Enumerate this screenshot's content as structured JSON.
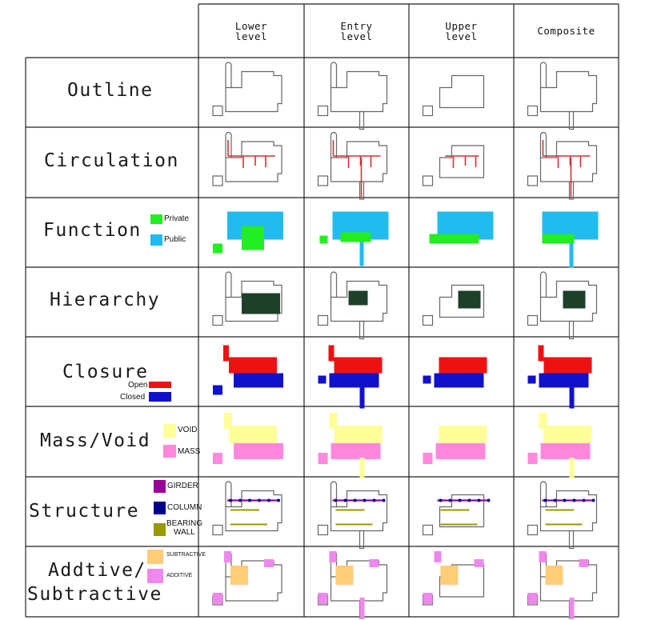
{
  "columns": [
    "Lower\nlevel",
    "Entry\nlevel",
    "Upper\nlevel",
    "Composite"
  ],
  "rows": [
    {
      "key": "outline",
      "label": "Outline"
    },
    {
      "key": "circulation",
      "label": "Circulation"
    },
    {
      "key": "function",
      "label": "Function",
      "legend": [
        {
          "label": "Private",
          "color": "#22ee22"
        },
        {
          "label": "Public",
          "color": "#22bbee"
        }
      ]
    },
    {
      "key": "hierarchy",
      "label": "Hierarchy"
    },
    {
      "key": "closure",
      "label": "Closure",
      "legend": [
        {
          "label": "Open",
          "color": "#ee1111"
        },
        {
          "label": "Closed",
          "color": "#1111cc"
        }
      ]
    },
    {
      "key": "massvoid",
      "label": "Mass/Void",
      "legend": [
        {
          "label": "VOID",
          "color": "#ffff99"
        },
        {
          "label": "MASS",
          "color": "#ff88dd"
        }
      ]
    },
    {
      "key": "structure",
      "label": "Structure",
      "legend": [
        {
          "label": "GIRDER",
          "color": "#990099"
        },
        {
          "label": "COLUMN",
          "color": "#000088"
        },
        {
          "label": "BEARING",
          "color": "#999900"
        },
        {
          "label": "WALL",
          "color": "#999900"
        }
      ]
    },
    {
      "key": "additive",
      "label": "Addtive/",
      "label2": "Subtractive",
      "legend": [
        {
          "label": "SUBTRACTIVE",
          "color": "#ffcc77"
        },
        {
          "label": "ADDITIVE",
          "color": "#ee88ee"
        }
      ]
    }
  ],
  "colors": {
    "outline": "#666666",
    "circulation": "#cc3333",
    "private": "#22ee22",
    "public": "#22bbee",
    "hierarchy": "#1e3f2a",
    "open": "#ee1111",
    "closed": "#1111cc",
    "void": "#ffff99",
    "mass": "#ff88dd",
    "girder": "#990099",
    "column": "#000088",
    "bearing": "#999900",
    "subtractive": "#ffcc77",
    "additive": "#ee88ee"
  }
}
